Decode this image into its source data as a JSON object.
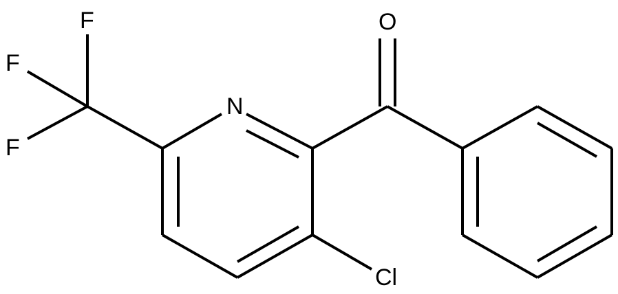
{
  "structure": {
    "atoms": {
      "oxygen": "O",
      "nitrogen": "N",
      "chlorine": "Cl",
      "fluorine_top": "F",
      "fluorine_middle": "F",
      "fluorine_bottom": "F"
    }
  },
  "colors": {
    "ink": "#000000",
    "background": "#ffffff"
  }
}
